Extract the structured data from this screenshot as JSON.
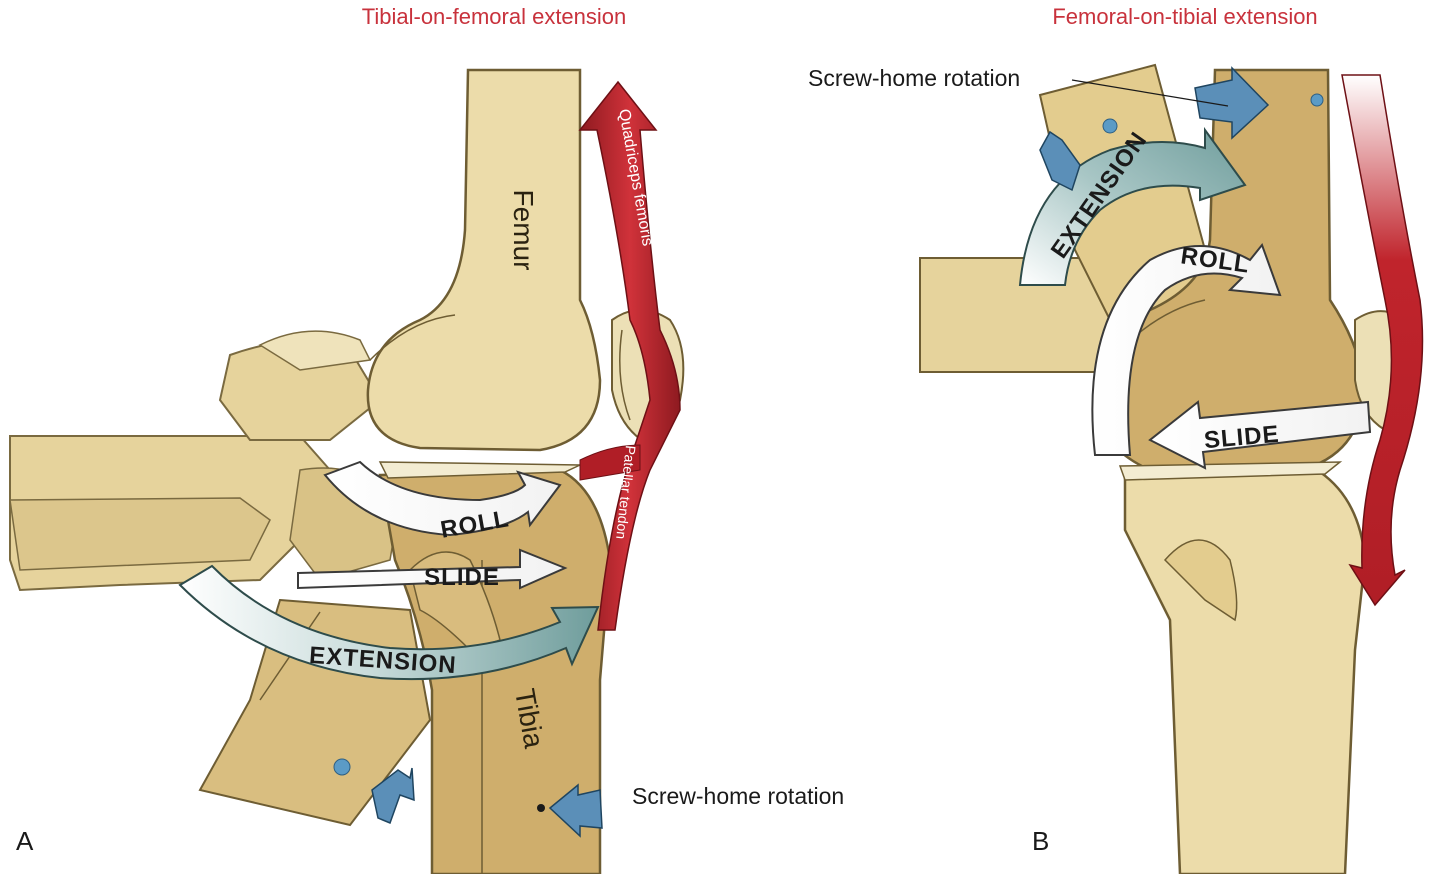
{
  "panel_a": {
    "letter": "A",
    "title": "Tibial-on-femoral extension",
    "labels": {
      "femur": "Femur",
      "tibia": "Tibia",
      "quadriceps": "Quadriceps femoris",
      "patellar_tendon": "Patellar tendon",
      "roll": "ROLL",
      "slide": "SLIDE",
      "extension": "EXTENSION",
      "screw_home": "Screw-home rotation"
    }
  },
  "panel_b": {
    "letter": "B",
    "title": "Femoral-on-tibial extension",
    "labels": {
      "screw_home": "Screw-home rotation",
      "extension": "EXTENSION",
      "roll": "ROLL",
      "slide": "SLIDE"
    }
  },
  "colors": {
    "bone_light": "#e8d6a0",
    "bone_dark": "#c9a862",
    "muscle_red": "#c0242c",
    "arrow_teal": "#6f9d9c",
    "rotation_blue": "#5b8fb8",
    "title_red": "#c8323c"
  }
}
